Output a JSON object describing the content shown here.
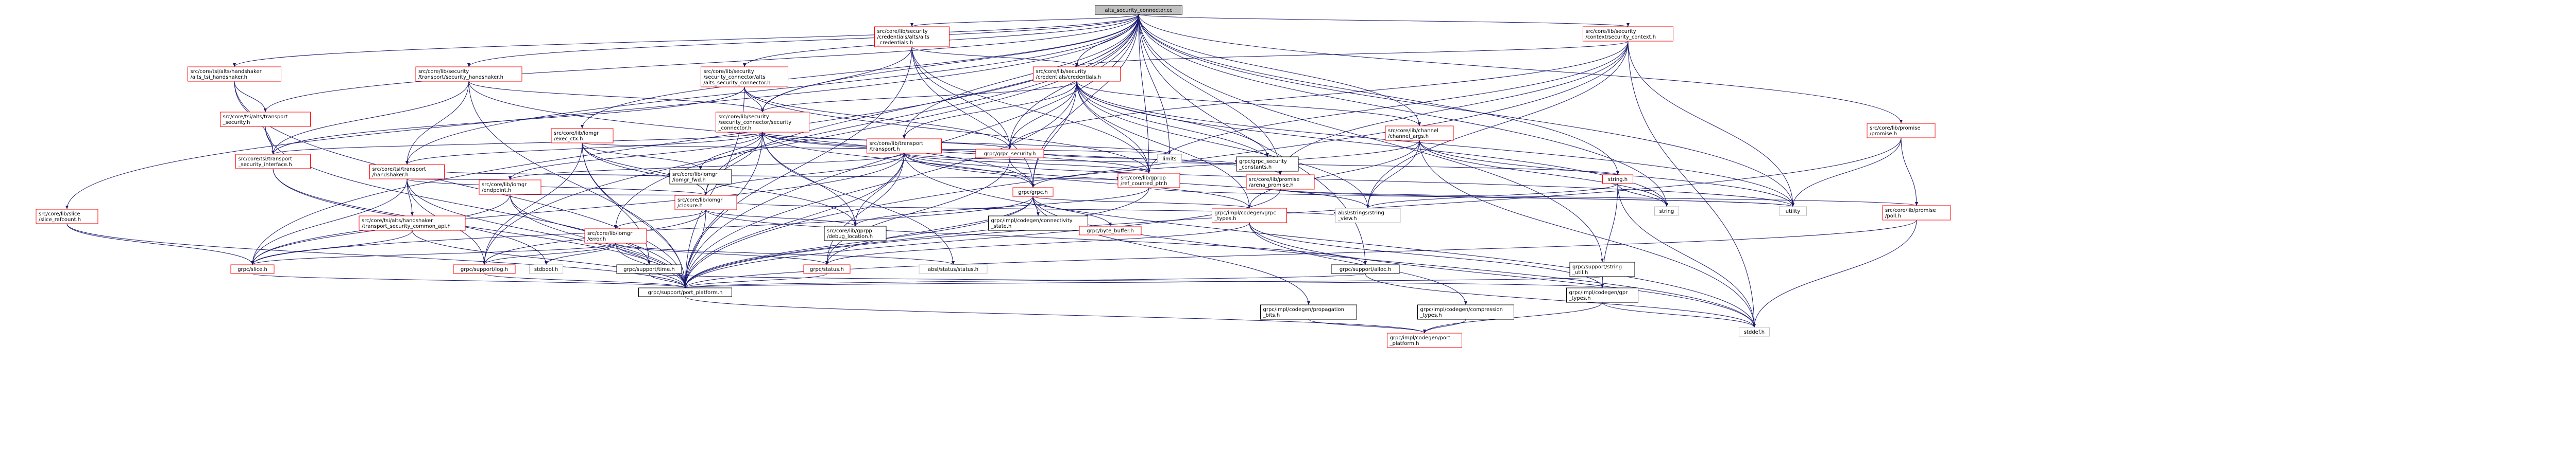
{
  "colors": {
    "root_fill": "#bfbfbf",
    "node_fill": "#ffffff",
    "red_border": "#ff0000",
    "gray_border": "#bfbfbf",
    "black_border": "#000000",
    "edge": "#191970",
    "text": "#000000"
  },
  "nodes": [
    {
      "id": "root",
      "lines": [
        "alts_security_connector.cc"
      ],
      "style": "root"
    },
    {
      "id": "grpc_sec_cred_alts",
      "lines": [
        "src/core/lib/security",
        "/credentials/alts/alts",
        "_credentials.h"
      ],
      "style": "red"
    },
    {
      "id": "grpc_sec_ctx",
      "lines": [
        "src/core/lib/security",
        "/context/security_context.h"
      ],
      "style": "red"
    },
    {
      "id": "tsi_alts_hs",
      "lines": [
        "src/core/tsi/alts/handshaker",
        "/alts_tsi_handshaker.h"
      ],
      "style": "red"
    },
    {
      "id": "sec_transport_hs",
      "lines": [
        "src/core/lib/security",
        "/transport/security_handshaker.h"
      ],
      "style": "red"
    },
    {
      "id": "sec_conn_alts",
      "lines": [
        "src/core/lib/security",
        "/security_connector/alts",
        "/alts_security_connector.h"
      ],
      "style": "red"
    },
    {
      "id": "sec_cred",
      "lines": [
        "src/core/lib/security",
        "/credentials/credentials.h"
      ],
      "style": "red"
    },
    {
      "id": "alts_tsi_sec",
      "lines": [
        "src/core/tsi/alts/transport",
        "_security.h"
      ],
      "style": "red"
    },
    {
      "id": "sec_conn",
      "lines": [
        "src/core/lib/security",
        "/security_connector/security",
        "_connector.h"
      ],
      "style": "red"
    },
    {
      "id": "iomgr_exec",
      "lines": [
        "src/core/lib/iomgr",
        "/exec_ctx.h"
      ],
      "style": "red"
    },
    {
      "id": "transport_h",
      "lines": [
        "src/core/lib/transport",
        "/transport.h"
      ],
      "style": "red"
    },
    {
      "id": "channel_args",
      "lines": [
        "src/core/lib/channel",
        "/channel_args.h"
      ],
      "style": "red"
    },
    {
      "id": "promise_h",
      "lines": [
        "src/core/lib/promise",
        "/promise.h"
      ],
      "style": "red"
    },
    {
      "id": "tsi_alts_sec_iface",
      "lines": [
        "src/core/tsi/transport",
        "_security_interface.h"
      ],
      "style": "red"
    },
    {
      "id": "tsi_handshaker",
      "lines": [
        "src/core/tsi/transport",
        "/handshaker.h"
      ],
      "style": "red"
    },
    {
      "id": "grpc_security_h",
      "lines": [
        "grpc/grpc_security.h"
      ],
      "style": "red"
    },
    {
      "id": "ref_counted_ptr",
      "lines": [
        "src/core/lib/gprpp",
        "/ref_counted_ptr.h"
      ],
      "style": "red"
    },
    {
      "id": "arena_promise",
      "lines": [
        "src/core/lib/promise",
        "/arena_promise.h"
      ],
      "style": "red"
    },
    {
      "id": "grpc_sec_consts",
      "lines": [
        "grpc/grpc_security",
        "_constants.h"
      ],
      "style": "black"
    },
    {
      "id": "limits",
      "lines": [
        "limits"
      ],
      "style": "gray"
    },
    {
      "id": "string_h",
      "lines": [
        "string.h"
      ],
      "style": "red"
    },
    {
      "id": "slice_refcount",
      "lines": [
        "src/core/lib/slice",
        "/slice_refcount.h"
      ],
      "style": "red"
    },
    {
      "id": "iomgr_endpoint",
      "lines": [
        "src/core/lib/iomgr",
        "/endpoint.h"
      ],
      "style": "red"
    },
    {
      "id": "iomgr_fwd",
      "lines": [
        "src/core/lib/iomgr",
        "/iomgr_fwd.h"
      ],
      "style": "black"
    },
    {
      "id": "grpc_grpc_h",
      "lines": [
        "grpc/grpc.h"
      ],
      "style": "red"
    },
    {
      "id": "iomgr_closure",
      "lines": [
        "src/core/lib/iomgr",
        "/closure.h"
      ],
      "style": "red"
    },
    {
      "id": "tsi_common_api",
      "lines": [
        "src/core/tsi/alts/handshaker",
        "/transport_security_common_api.h"
      ],
      "style": "red"
    },
    {
      "id": "debug_location",
      "lines": [
        "src/core/lib/gprpp",
        "/debug_location.h"
      ],
      "style": "black"
    },
    {
      "id": "conn_state",
      "lines": [
        "grpc/impl/codegen/connectivity",
        "_state.h"
      ],
      "style": "black"
    },
    {
      "id": "byte_buffer",
      "lines": [
        "grpc/byte_buffer.h"
      ],
      "style": "red"
    },
    {
      "id": "codegen_grpc_types",
      "lines": [
        "grpc/impl/codegen/grpc",
        "_types.h"
      ],
      "style": "red"
    },
    {
      "id": "poll_h",
      "lines": [
        "src/core/lib/promise",
        "/poll.h"
      ],
      "style": "red"
    },
    {
      "id": "utility",
      "lines": [
        "utility"
      ],
      "style": "gray"
    },
    {
      "id": "string",
      "lines": [
        "string"
      ],
      "style": "gray"
    },
    {
      "id": "absl_string_view",
      "lines": [
        "absl/strings/string",
        "_view.h"
      ],
      "style": "gray"
    },
    {
      "id": "iomgr_error",
      "lines": [
        "src/core/lib/iomgr",
        "/error.h"
      ],
      "style": "red"
    },
    {
      "id": "grpc_slice",
      "lines": [
        "grpc/slice.h"
      ],
      "style": "red"
    },
    {
      "id": "gpr_log",
      "lines": [
        "grpc/support/log.h"
      ],
      "style": "red"
    },
    {
      "id": "gpr_time",
      "lines": [
        "grpc/support/time.h"
      ],
      "style": "black"
    },
    {
      "id": "stdbool",
      "lines": [
        "stdbool.h"
      ],
      "style": "gray"
    },
    {
      "id": "grpc_status",
      "lines": [
        "grpc/status.h"
      ],
      "style": "red"
    },
    {
      "id": "absl_status",
      "lines": [
        "absl/status/status.h"
      ],
      "style": "gray"
    },
    {
      "id": "gpr_alloc",
      "lines": [
        "grpc/support/alloc.h"
      ],
      "style": "black"
    },
    {
      "id": "gpr_string_util",
      "lines": [
        "grpc/support/string",
        "_util.h"
      ],
      "style": "black"
    },
    {
      "id": "port_platform",
      "lines": [
        "grpc/support/port_platform.h"
      ],
      "style": "black"
    },
    {
      "id": "gpr_types",
      "lines": [
        "grpc/impl/codegen/gpr",
        "_types.h"
      ],
      "style": "black"
    },
    {
      "id": "propagation_bits",
      "lines": [
        "grpc/impl/codegen/propagation",
        "_bits.h"
      ],
      "style": "black"
    },
    {
      "id": "compression_types",
      "lines": [
        "grpc/impl/codegen/compression",
        "_types.h"
      ],
      "style": "black"
    },
    {
      "id": "stddef",
      "lines": [
        "stddef.h"
      ],
      "style": "gray"
    },
    {
      "id": "codegen_port_platform",
      "lines": [
        "grpc/impl/codegen/port",
        "_platform.h"
      ],
      "style": "red"
    }
  ],
  "edges": [
    [
      "root",
      "grpc_sec_cred_alts"
    ],
    [
      "root",
      "grpc_sec_ctx"
    ],
    [
      "root",
      "tsi_alts_hs"
    ],
    [
      "root",
      "sec_transport_hs"
    ],
    [
      "root",
      "sec_conn_alts"
    ],
    [
      "root",
      "sec_cred"
    ],
    [
      "root",
      "alts_tsi_sec"
    ],
    [
      "root",
      "sec_conn"
    ],
    [
      "root",
      "iomgr_exec"
    ],
    [
      "root",
      "transport_h"
    ],
    [
      "root",
      "channel_args"
    ],
    [
      "root",
      "promise_h"
    ],
    [
      "root",
      "tsi_handshaker"
    ],
    [
      "root",
      "grpc_security_h"
    ],
    [
      "root",
      "ref_counted_ptr"
    ],
    [
      "root",
      "arena_promise"
    ],
    [
      "root",
      "limits"
    ],
    [
      "root",
      "string_h"
    ],
    [
      "root",
      "slice_refcount"
    ],
    [
      "root",
      "grpc_grpc_h"
    ],
    [
      "root",
      "iomgr_closure"
    ],
    [
      "root",
      "grpc_slice"
    ],
    [
      "root",
      "gpr_log"
    ],
    [
      "root",
      "utility"
    ],
    [
      "root",
      "string"
    ],
    [
      "root",
      "gpr_alloc"
    ],
    [
      "root",
      "gpr_string_util"
    ],
    [
      "root",
      "port_platform"
    ],
    [
      "root",
      "iomgr_error"
    ],
    [
      "grpc_sec_cred_alts",
      "sec_cred"
    ],
    [
      "grpc_sec_cred_alts",
      "sec_conn"
    ],
    [
      "grpc_sec_cred_alts",
      "grpc_security_h"
    ],
    [
      "grpc_sec_cred_alts",
      "ref_counted_ptr"
    ],
    [
      "grpc_sec_cred_alts",
      "grpc_grpc_h"
    ],
    [
      "grpc_sec_cred_alts",
      "port_platform"
    ],
    [
      "grpc_sec_ctx",
      "sec_cred"
    ],
    [
      "grpc_sec_ctx",
      "grpc_security_h"
    ],
    [
      "grpc_sec_ctx",
      "ref_counted_ptr"
    ],
    [
      "grpc_sec_ctx",
      "arena_promise"
    ],
    [
      "grpc_sec_ctx",
      "absl_string_view"
    ],
    [
      "grpc_sec_ctx",
      "utility"
    ],
    [
      "grpc_sec_ctx",
      "stddef"
    ],
    [
      "grpc_sec_ctx",
      "port_platform"
    ],
    [
      "tsi_alts_hs",
      "alts_tsi_sec"
    ],
    [
      "tsi_alts_hs",
      "tsi_alts_sec_iface"
    ],
    [
      "tsi_alts_hs",
      "port_platform"
    ],
    [
      "sec_transport_hs",
      "tsi_handshaker"
    ],
    [
      "sec_transport_hs",
      "sec_conn"
    ],
    [
      "sec_transport_hs",
      "tsi_alts_sec_iface"
    ],
    [
      "sec_transport_hs",
      "grpc_grpc_h"
    ],
    [
      "sec_transport_hs",
      "port_platform"
    ],
    [
      "sec_conn_alts",
      "sec_conn"
    ],
    [
      "sec_conn_alts",
      "grpc_security_h"
    ],
    [
      "sec_conn_alts",
      "tsi_alts_sec_iface"
    ],
    [
      "sec_conn_alts",
      "ref_counted_ptr"
    ],
    [
      "sec_conn_alts",
      "port_platform"
    ],
    [
      "sec_cred",
      "sec_conn"
    ],
    [
      "sec_cred",
      "transport_h"
    ],
    [
      "sec_cred",
      "channel_args"
    ],
    [
      "sec_cred",
      "grpc_security_h"
    ],
    [
      "sec_cred",
      "grpc_sec_consts"
    ],
    [
      "sec_cred",
      "ref_counted_ptr"
    ],
    [
      "sec_cred",
      "arena_promise"
    ],
    [
      "sec_cred",
      "string"
    ],
    [
      "sec_cred",
      "absl_string_view"
    ],
    [
      "sec_cred",
      "utility"
    ],
    [
      "sec_cred",
      "port_platform"
    ],
    [
      "sec_cred",
      "grpc_grpc_h"
    ],
    [
      "sec_cred",
      "codegen_grpc_types"
    ],
    [
      "alts_tsi_sec",
      "tsi_alts_sec_iface"
    ],
    [
      "alts_tsi_sec",
      "port_platform"
    ],
    [
      "sec_conn",
      "tsi_alts_sec_iface"
    ],
    [
      "sec_conn",
      "tsi_handshaker"
    ],
    [
      "sec_conn",
      "grpc_security_h"
    ],
    [
      "sec_conn",
      "ref_counted_ptr"
    ],
    [
      "sec_conn",
      "arena_promise"
    ],
    [
      "sec_conn",
      "iomgr_endpoint"
    ],
    [
      "sec_conn",
      "iomgr_fwd"
    ],
    [
      "sec_conn",
      "iomgr_closure"
    ],
    [
      "sec_conn",
      "debug_location"
    ],
    [
      "sec_conn",
      "port_platform"
    ],
    [
      "sec_conn",
      "grpc_grpc_h"
    ],
    [
      "sec_conn",
      "limits"
    ],
    [
      "sec_conn",
      "absl_status"
    ],
    [
      "iomgr_exec",
      "iomgr_closure"
    ],
    [
      "iomgr_exec",
      "iomgr_fwd"
    ],
    [
      "iomgr_exec",
      "debug_location"
    ],
    [
      "iomgr_exec",
      "port_platform"
    ],
    [
      "iomgr_exec",
      "gpr_log"
    ],
    [
      "iomgr_exec",
      "gpr_time"
    ],
    [
      "iomgr_exec",
      "limits"
    ],
    [
      "transport_h",
      "iomgr_endpoint"
    ],
    [
      "transport_h",
      "iomgr_closure"
    ],
    [
      "transport_h",
      "ref_counted_ptr"
    ],
    [
      "transport_h",
      "codegen_grpc_types"
    ],
    [
      "transport_h",
      "grpc_slice"
    ],
    [
      "transport_h",
      "grpc_status"
    ],
    [
      "transport_h",
      "port_platform"
    ],
    [
      "transport_h",
      "debug_location"
    ],
    [
      "transport_h",
      "string_h"
    ],
    [
      "transport_h",
      "stddef"
    ],
    [
      "transport_h",
      "utility"
    ],
    [
      "transport_h",
      "absl_string_view"
    ],
    [
      "channel_args",
      "grpc_grpc_h"
    ],
    [
      "channel_args",
      "codegen_grpc_types"
    ],
    [
      "channel_args",
      "string"
    ],
    [
      "channel_args",
      "absl_string_view"
    ],
    [
      "channel_args",
      "utility"
    ],
    [
      "channel_args",
      "stddef"
    ],
    [
      "promise_h",
      "poll_h"
    ],
    [
      "promise_h",
      "utility"
    ],
    [
      "promise_h",
      "port_platform"
    ],
    [
      "tsi_alts_sec_iface",
      "port_platform"
    ],
    [
      "tsi_alts_sec_iface",
      "stdbool"
    ],
    [
      "tsi_handshaker",
      "iomgr_endpoint"
    ],
    [
      "tsi_handshaker",
      "iomgr_closure"
    ],
    [
      "tsi_handshaker",
      "iomgr_fwd"
    ],
    [
      "tsi_handshaker",
      "tsi_common_api"
    ],
    [
      "tsi_handshaker",
      "grpc_slice"
    ],
    [
      "tsi_handshaker",
      "gpr_log"
    ],
    [
      "tsi_handshaker",
      "port_platform"
    ],
    [
      "tsi_handshaker",
      "ref_counted_ptr"
    ],
    [
      "grpc_security_h",
      "grpc_grpc_h"
    ],
    [
      "grpc_security_h",
      "grpc_sec_consts"
    ],
    [
      "grpc_security_h",
      "grpc_status"
    ],
    [
      "ref_counted_ptr",
      "debug_location"
    ],
    [
      "ref_counted_ptr",
      "utility"
    ],
    [
      "ref_counted_ptr",
      "port_platform"
    ],
    [
      "arena_promise",
      "poll_h"
    ],
    [
      "arena_promise",
      "utility"
    ],
    [
      "arena_promise",
      "port_platform"
    ],
    [
      "string_h",
      "string"
    ],
    [
      "string_h",
      "stddef"
    ],
    [
      "string_h",
      "absl_string_view"
    ],
    [
      "string_h",
      "gpr_types"
    ],
    [
      "slice_refcount",
      "grpc_slice"
    ],
    [
      "slice_refcount",
      "port_platform"
    ],
    [
      "iomgr_endpoint",
      "iomgr_closure"
    ],
    [
      "iomgr_endpoint",
      "grpc_slice"
    ],
    [
      "iomgr_endpoint",
      "gpr_time"
    ],
    [
      "iomgr_endpoint",
      "port_platform"
    ],
    [
      "grpc_grpc_h",
      "conn_state"
    ],
    [
      "grpc_grpc_h",
      "byte_buffer"
    ],
    [
      "grpc_grpc_h",
      "codegen_grpc_types"
    ],
    [
      "grpc_grpc_h",
      "propagation_bits"
    ],
    [
      "grpc_grpc_h",
      "grpc_slice"
    ],
    [
      "grpc_grpc_h",
      "grpc_status"
    ],
    [
      "grpc_grpc_h",
      "stddef"
    ],
    [
      "grpc_grpc_h",
      "port_platform"
    ],
    [
      "iomgr_closure",
      "iomgr_error"
    ],
    [
      "iomgr_closure",
      "debug_location"
    ],
    [
      "iomgr_closure",
      "gpr_log"
    ],
    [
      "iomgr_closure",
      "gpr_alloc"
    ],
    [
      "iomgr_closure",
      "port_platform"
    ],
    [
      "iomgr_closure",
      "absl_string_view"
    ],
    [
      "tsi_common_api",
      "grpc_slice"
    ],
    [
      "tsi_common_api",
      "port_platform"
    ],
    [
      "codegen_grpc_types",
      "compression_types"
    ],
    [
      "codegen_grpc_types",
      "gpr_types"
    ],
    [
      "codegen_grpc_types",
      "stddef"
    ],
    [
      "codegen_grpc_types",
      "grpc_status"
    ],
    [
      "poll_h",
      "port_platform"
    ],
    [
      "poll_h",
      "stddef"
    ],
    [
      "iomgr_error",
      "grpc_slice"
    ],
    [
      "iomgr_error",
      "gpr_log"
    ],
    [
      "iomgr_error",
      "gpr_time"
    ],
    [
      "iomgr_error",
      "grpc_status"
    ],
    [
      "iomgr_error",
      "absl_status"
    ],
    [
      "iomgr_error",
      "stdbool"
    ],
    [
      "iomgr_error",
      "port_platform"
    ],
    [
      "grpc_slice",
      "port_platform"
    ],
    [
      "gpr_log",
      "port_platform"
    ],
    [
      "gpr_time",
      "gpr_types"
    ],
    [
      "gpr_time",
      "port_platform"
    ],
    [
      "grpc_status",
      "port_platform"
    ],
    [
      "gpr_alloc",
      "port_platform"
    ],
    [
      "gpr_alloc",
      "stddef"
    ],
    [
      "gpr_string_util",
      "gpr_types"
    ],
    [
      "gpr_string_util",
      "port_platform"
    ],
    [
      "port_platform",
      "codegen_port_platform"
    ],
    [
      "gpr_types",
      "stddef"
    ],
    [
      "gpr_types",
      "codegen_port_platform"
    ],
    [
      "propagation_bits",
      "codegen_port_platform"
    ],
    [
      "compression_types",
      "codegen_port_platform"
    ]
  ]
}
